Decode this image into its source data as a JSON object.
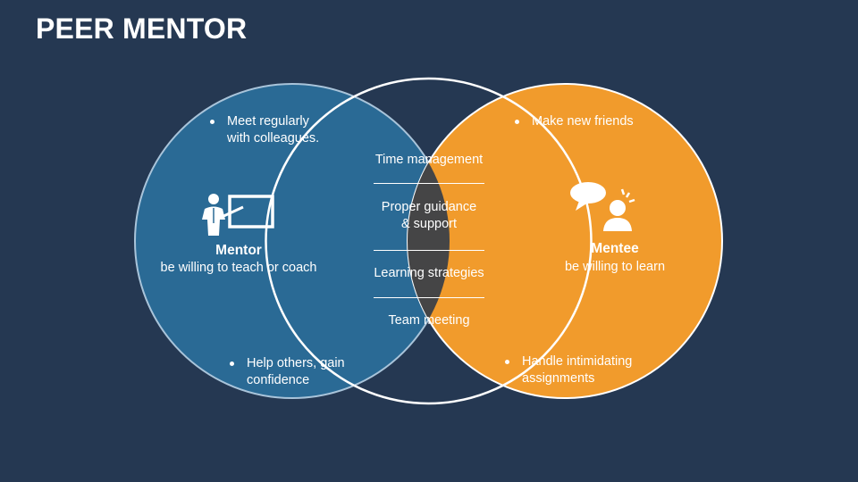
{
  "title": "PEER MENTOR",
  "colors": {
    "background": "#253852",
    "mentor_circle": "#2a6a95",
    "mentee_circle": "#f19b2c",
    "overlap": "#454546",
    "outline": "#ffffff"
  },
  "mentor": {
    "title": "Mentor",
    "subtitle": "be willing to teach or coach",
    "icon": "teacher-board-icon",
    "bullets": [
      "Meet regularly\nwith colleagues.",
      "Help others, gain\nconfidence"
    ]
  },
  "mentee": {
    "title": "Mentee",
    "subtitle": "be willing to learn",
    "icon": "speech-bubble-person-icon",
    "bullets": [
      "Make new friends",
      "Handle intimidating\nassignments"
    ]
  },
  "overlap": {
    "items": [
      "Time management",
      "Proper guidance\n& support",
      "Learning strategies",
      "Team meeting"
    ]
  }
}
